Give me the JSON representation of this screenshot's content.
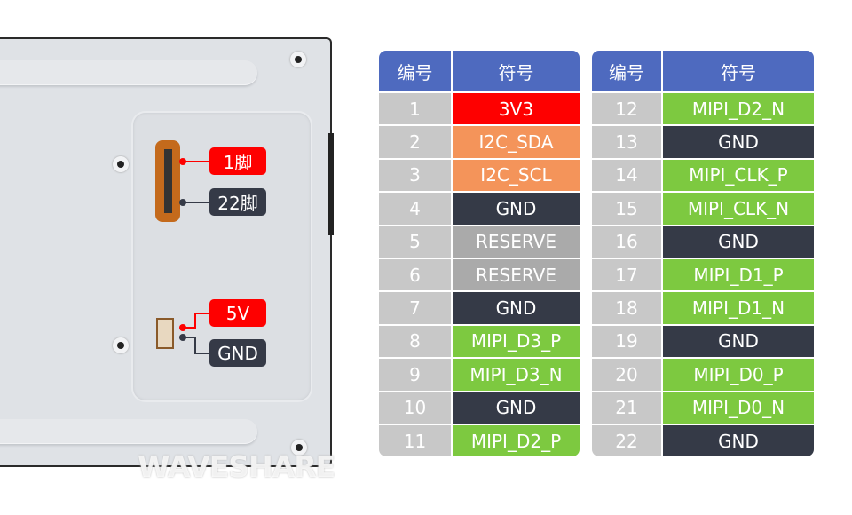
{
  "photo": {
    "labels": {
      "pin1": "1脚",
      "pin22": "22脚",
      "v5": "5V",
      "gnd": "GND"
    },
    "watermark": "WAVESHARE"
  },
  "colors": {
    "header": "#4e6abf",
    "number": "#c8c8c8",
    "3V3": "#fe0000",
    "I2C": "#f4945a",
    "GND": "#353a47",
    "RESERVE": "#aaaaaa",
    "MIPI": "#7dc940"
  },
  "tables": [
    {
      "headers": [
        "编号",
        "符号"
      ],
      "rows": [
        {
          "n": "1",
          "s": "3V3",
          "t": "3V3"
        },
        {
          "n": "2",
          "s": "I2C_SDA",
          "t": "I2C"
        },
        {
          "n": "3",
          "s": "I2C_SCL",
          "t": "I2C"
        },
        {
          "n": "4",
          "s": "GND",
          "t": "GND"
        },
        {
          "n": "5",
          "s": "RESERVE",
          "t": "RESERVE"
        },
        {
          "n": "6",
          "s": "RESERVE",
          "t": "RESERVE"
        },
        {
          "n": "7",
          "s": "GND",
          "t": "GND"
        },
        {
          "n": "8",
          "s": "MIPI_D3_P",
          "t": "MIPI"
        },
        {
          "n": "9",
          "s": "MIPI_D3_N",
          "t": "MIPI"
        },
        {
          "n": "10",
          "s": "GND",
          "t": "GND"
        },
        {
          "n": "11",
          "s": "MIPI_D2_P",
          "t": "MIPI"
        }
      ]
    },
    {
      "headers": [
        "编号",
        "符号"
      ],
      "rows": [
        {
          "n": "12",
          "s": "MIPI_D2_N",
          "t": "MIPI"
        },
        {
          "n": "13",
          "s": "GND",
          "t": "GND"
        },
        {
          "n": "14",
          "s": "MIPI_CLK_P",
          "t": "MIPI"
        },
        {
          "n": "15",
          "s": "MIPI_CLK_N",
          "t": "MIPI"
        },
        {
          "n": "16",
          "s": "GND",
          "t": "GND"
        },
        {
          "n": "17",
          "s": "MIPI_D1_P",
          "t": "MIPI"
        },
        {
          "n": "18",
          "s": "MIPI_D1_N",
          "t": "MIPI"
        },
        {
          "n": "19",
          "s": "GND",
          "t": "GND"
        },
        {
          "n": "20",
          "s": "MIPI_D0_P",
          "t": "MIPI"
        },
        {
          "n": "21",
          "s": "MIPI_D0_N",
          "t": "MIPI"
        },
        {
          "n": "22",
          "s": "GND",
          "t": "GND"
        }
      ]
    }
  ]
}
